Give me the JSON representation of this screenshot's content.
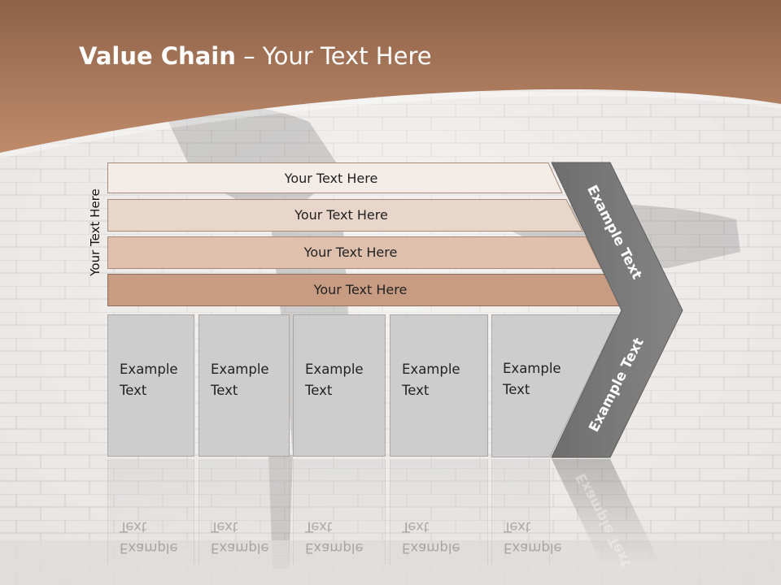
{
  "title": {
    "bold": "Value Chain",
    "rest": " – Your Text Here"
  },
  "side_label": "Your Text Here",
  "bands": [
    {
      "label": "Your Text Here",
      "color": "#f4ece6"
    },
    {
      "label": "Your Text Here",
      "color": "#e9d6ca"
    },
    {
      "label": "Your Text Here",
      "color": "#dfc0ad"
    },
    {
      "label": "Your Text Here",
      "color": "#c89c82"
    }
  ],
  "boxes": [
    {
      "line1": "Example",
      "line2": "Text"
    },
    {
      "line1": "Example",
      "line2": "Text"
    },
    {
      "line1": "Example",
      "line2": "Text"
    },
    {
      "line1": "Example",
      "line2": "Text"
    },
    {
      "line1": "Example",
      "line2": "Text"
    }
  ],
  "chevron": {
    "top_text": "Example Text",
    "bottom_text": "Example Text",
    "color": "#7a7a7a"
  },
  "colors": {
    "header": "#b07a5a",
    "background": "#e9e7e5"
  }
}
